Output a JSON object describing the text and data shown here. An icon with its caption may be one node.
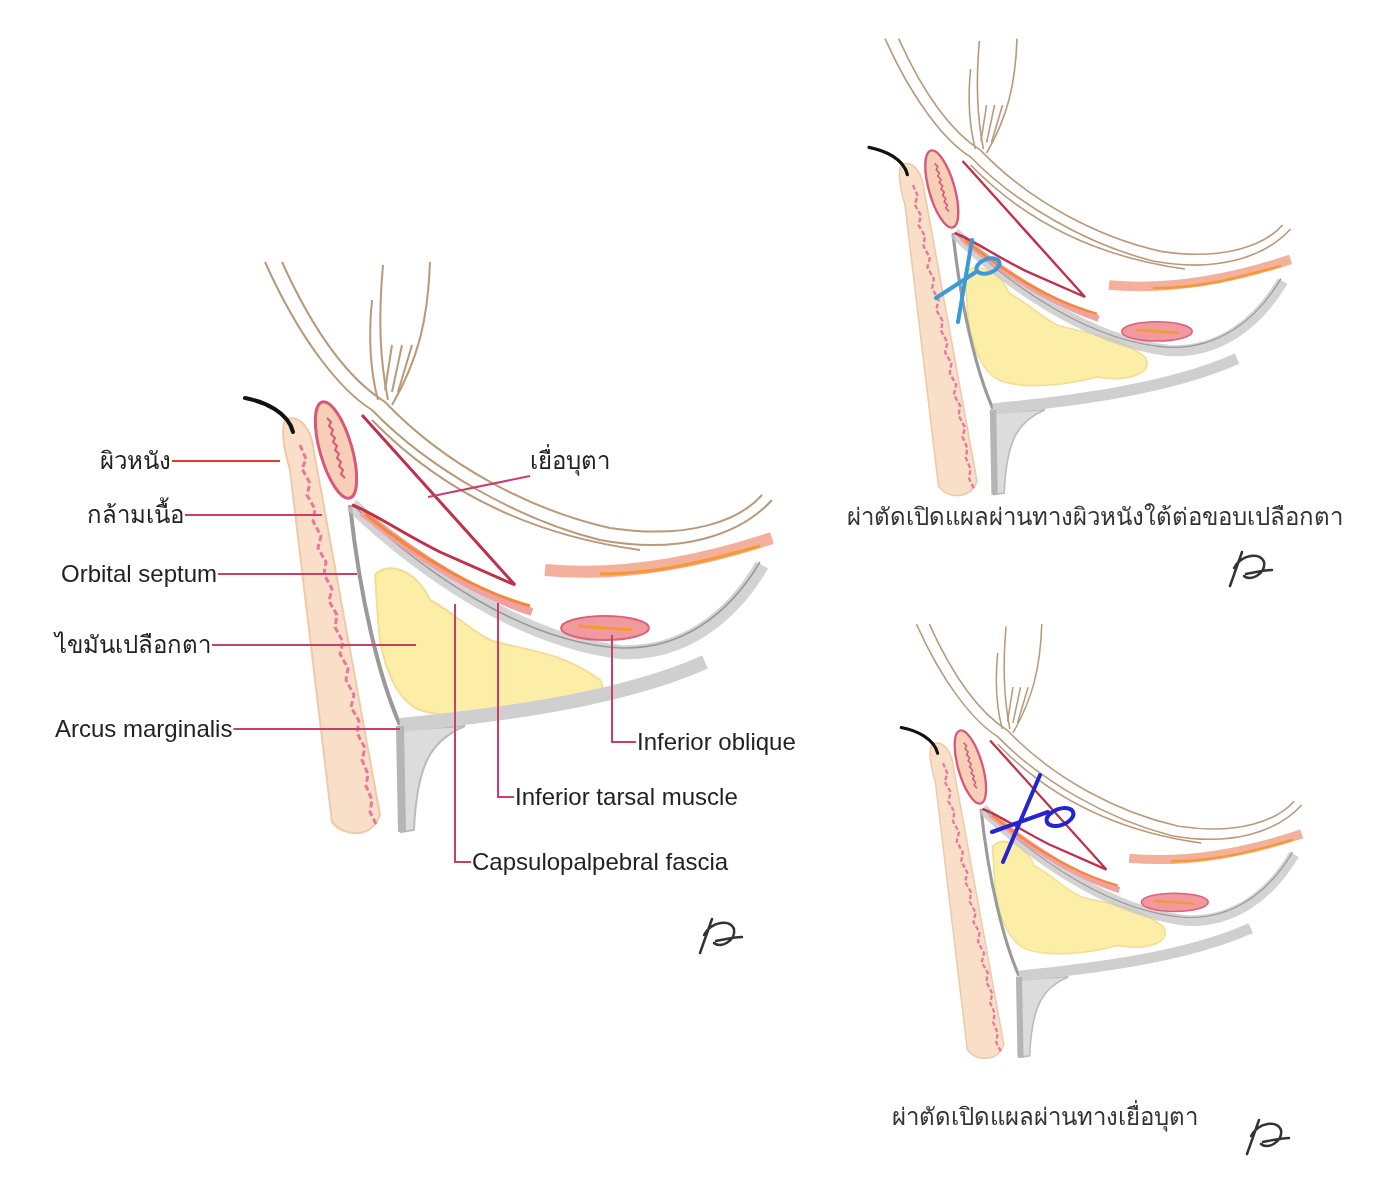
{
  "diagram": {
    "nodes": [
      {
        "text": [
          "ผิวหนัง"
        ]
      },
      {
        "text": [
          "กล้ามเนื้อ"
        ]
      },
      {
        "text": [
          "Orbital septum"
        ]
      },
      {
        "text": [
          "ไขมันเปลือกตา"
        ]
      },
      {
        "text": [
          "Arcus marginalis"
        ]
      },
      {
        "text": [
          "เยื่อบุตา"
        ]
      },
      {
        "text": [
          "Inferior oblique"
        ]
      },
      {
        "text": [
          "Inferior tarsal muscle"
        ]
      },
      {
        "text": [
          "Capsulopalpebral fascia"
        ]
      }
    ],
    "edges": [
      {
        "from": 0,
        "to": null,
        "arrow": "none",
        "color": "#e0401f"
      },
      {
        "from": 1,
        "to": null,
        "arrow": "none"
      },
      {
        "from": 2,
        "to": null,
        "arrow": "none"
      },
      {
        "from": 3,
        "to": null,
        "arrow": "none"
      },
      {
        "from": 4,
        "to": null,
        "arrow": "none"
      },
      {
        "from": 5,
        "to": null,
        "arrow": "none"
      },
      {
        "from": 6,
        "to": null,
        "arrow": "none"
      },
      {
        "from": 7,
        "to": null,
        "arrow": "none"
      },
      {
        "from": 8,
        "to": null,
        "arrow": "none"
      }
    ],
    "labels": [
      "ผ่าตัดเปิดแผลผ่านทางผิวหนังใต้ต่อขอบเปลือกตา",
      "ผ่าตัดเปิดแผลผ่านทางเยื่อบุตา"
    ]
  }
}
